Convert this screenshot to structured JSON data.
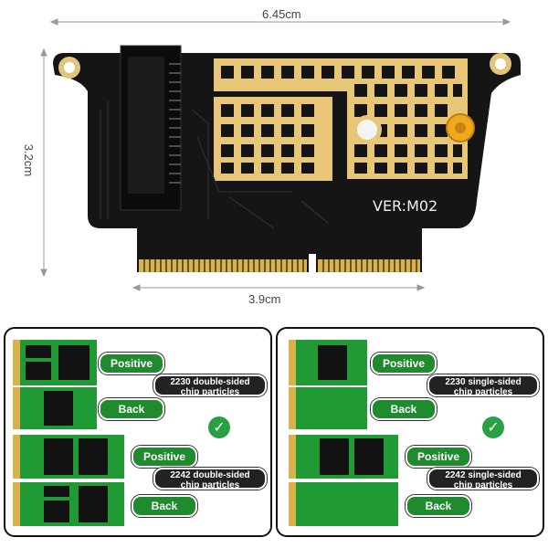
{
  "dimensions": {
    "top_width": "6.45cm",
    "left_height": "3.2cm",
    "bottom_width": "3.9cm"
  },
  "board": {
    "version_label": "VER:M02"
  },
  "left_panel": {
    "rows": [
      {
        "pill": "Positive"
      },
      {
        "pill": "Back"
      },
      {
        "pill": "Positive"
      },
      {
        "pill": "Back"
      }
    ],
    "notes": [
      "2230 double-sided\nchip particles",
      "2242 double-sided\nchip particles"
    ]
  },
  "right_panel": {
    "rows": [
      {
        "pill": "Positive"
      },
      {
        "pill": "Back"
      },
      {
        "pill": "Positive"
      },
      {
        "pill": "Back"
      }
    ],
    "notes": [
      "2230 single-sided\nchip particles",
      "2242 single-sided\nchip particles"
    ]
  },
  "colors": {
    "pcb_black": "#151515",
    "gold": "#e7c777",
    "ssd_green": "#1f9a35",
    "chip_black": "#111111",
    "pill_green": "#1f8a2e",
    "pill_dark": "#222222"
  }
}
